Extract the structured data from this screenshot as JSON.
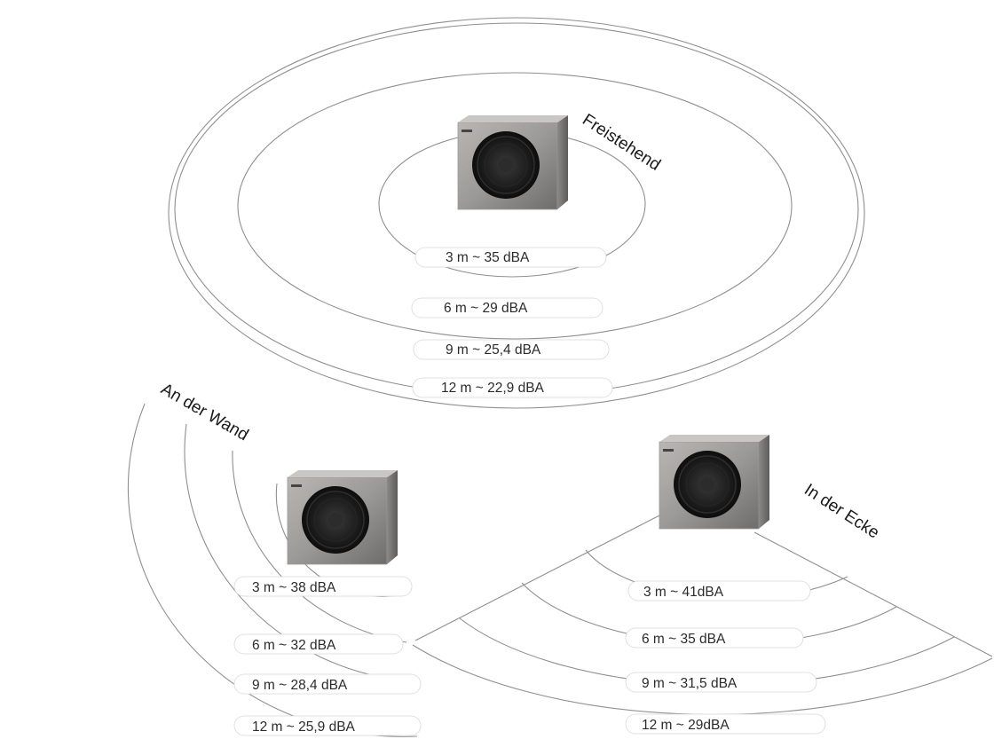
{
  "scenarios": {
    "free": {
      "title": "Freistehend",
      "labels": [
        "3 m ~ 35 dBA",
        "6 m ~ 29 dBA",
        "9 m ~ 25,4 dBA",
        "12 m ~ 22,9 dBA"
      ]
    },
    "wall": {
      "title": "An der Wand",
      "labels": [
        "3 m ~ 38 dBA",
        "6 m ~ 32 dBA",
        "9 m ~ 28,4 dBA",
        "12 m ~ 25,9 dBA"
      ]
    },
    "corner": {
      "title": "In der Ecke",
      "labels": [
        "3 m ~ 41dBA",
        "6 m ~ 35 dBA",
        "9 m ~ 31,5 dBA",
        "12 m ~ 29dBA"
      ]
    }
  },
  "units": {
    "free": "heat-pump-unit-icon",
    "wall": "heat-pump-unit-icon",
    "corner": "heat-pump-unit-icon"
  },
  "colors": {
    "ring": "#8f8f8f",
    "text": "#2b2b2b",
    "unit": "#9c9a98",
    "fan": "#1b1b1b"
  }
}
